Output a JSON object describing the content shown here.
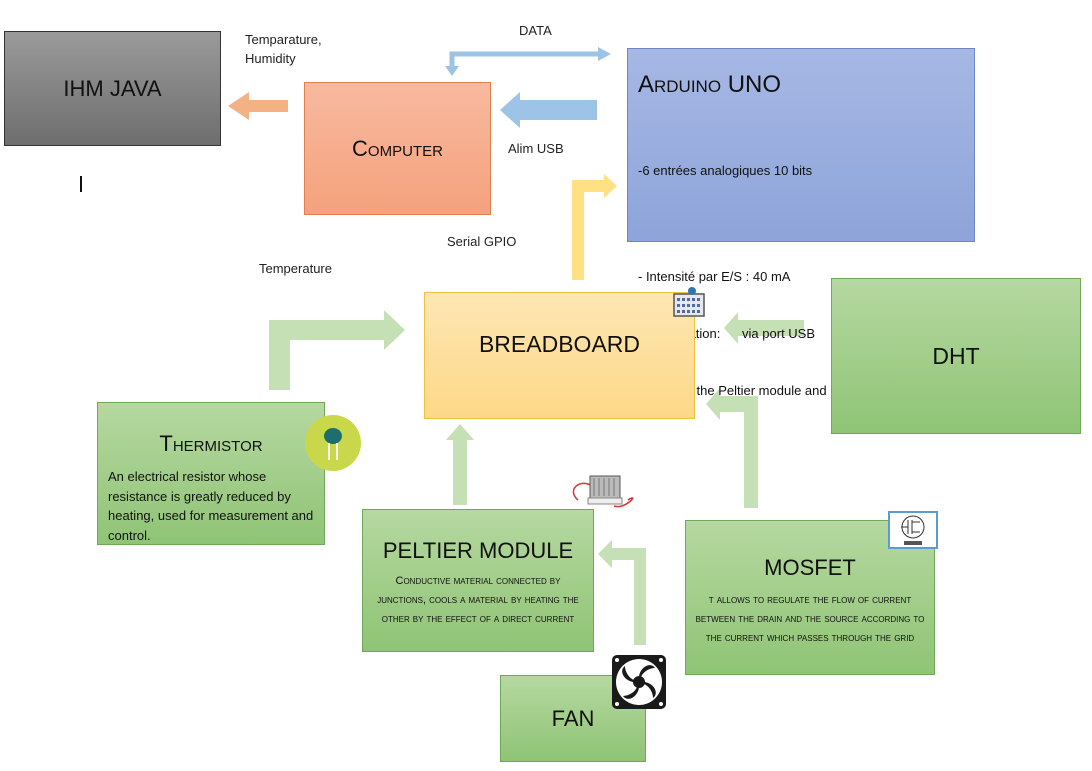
{
  "nodes": {
    "ihm": "IHM JAVA",
    "computer": "Computer",
    "arduino": {
      "title": "Arduino UNO",
      "lines": [
        "-6 entrées analogiques 10 bits",
        "",
        "- Intensité par E/S : 40 mA",
        "- Alimentation:      via port USB",
        "- Manage the Peltier module and MOSFET"
      ]
    },
    "breadboard": "BREADBOARD",
    "dht": "DHT",
    "thermistor": {
      "title": "Thermistor",
      "desc": "An electrical resistor whose resistance is greatly reduced by heating, used for measurement and control."
    },
    "peltier": {
      "title": "PELTIER MODULE",
      "desc": "Conductive material connected by junctions, cools a material by heating the other by the effect of a direct current"
    },
    "mosfet": {
      "title": "MOSFET",
      "desc": "t allows to regulate the flow of current between the drain and the source according to the current which passes through the grid"
    },
    "fan": "FAN"
  },
  "labels": {
    "temp_humidity": "Temparature,\nHumidity",
    "data": "DATA",
    "alim_usb": "Alim USB",
    "serial_gpio": "Serial GPIO",
    "temperature": "Temperature"
  },
  "icons": [
    "breadboard-chip-icon",
    "thermistor-component-icon",
    "peltier-module-photo-icon",
    "mosfet-symbol-icon",
    "fan-icon"
  ],
  "colors": {
    "ihm_fill": "#8a8a8a",
    "computer_fill": "#f6ad8b",
    "arduino_fill": "#9aaee0",
    "breadboard_fill": "#fde0a0",
    "green_fill": "#a3cd8a",
    "orange_arrow": "#f4b183",
    "blue_arrow": "#9dc3e6",
    "yellow_arrow": "#ffe183",
    "green_arrow": "#c5e0b4"
  }
}
